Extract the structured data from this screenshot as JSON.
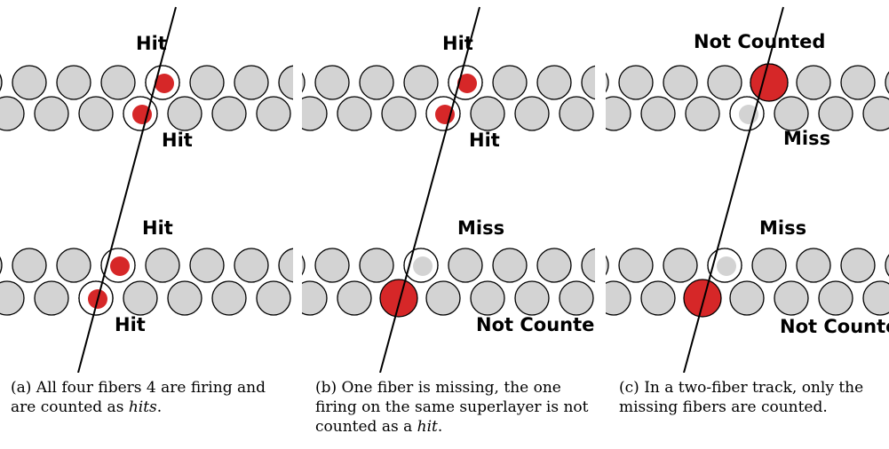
{
  "colors": {
    "fiber_fill": "#d3d3d3",
    "fiber_stroke": "#000000",
    "hit_dot": "#d62728",
    "miss_dot": "#d3d3d3",
    "highlight_fill": "#ffffff",
    "track": "#000000"
  },
  "panels": [
    {
      "id": "a",
      "layers": [
        {
          "cell_states": [
            "fiber",
            "fiber",
            "fiber",
            "dot",
            "fiber",
            "fiber",
            "fiber"
          ],
          "top_label": "Hit",
          "bottom_label": "Hit"
        },
        {
          "cell_states": [
            "fiber",
            "fiber",
            "dot",
            "fiber",
            "fiber",
            "fiber",
            "fiber"
          ],
          "top_label": "Hit",
          "bottom_label": "Hit"
        }
      ],
      "caption": {
        "text": "(a) All four fibers 4 are firing and are counted as ",
        "em": "hits",
        "suffix": "."
      }
    },
    {
      "id": "b",
      "layers": [
        {
          "cell_states": [
            "fiber",
            "fiber",
            "fiber",
            "dot",
            "fiber",
            "fiber",
            "fiber"
          ],
          "top_label": "Hit",
          "bottom_label": "Hit"
        },
        {
          "cell_states": [
            "fiber",
            "fiber",
            "miss",
            "fiber",
            "fiber",
            "fiber",
            "fiber"
          ],
          "top_label": "Miss",
          "bottom_label": "Not Counted"
        }
      ],
      "caption": {
        "text": "(b) One fiber is missing, the one firing on the same superlayer is not counted as a ",
        "em": "hit",
        "suffix": "."
      }
    },
    {
      "id": "c",
      "layers": [
        {
          "cell_states": [
            "fiber",
            "fiber",
            "fiber",
            "filled",
            "fiber",
            "fiber",
            "fiber"
          ],
          "top_label": "Not Counted",
          "bottom_label": "Miss"
        },
        {
          "cell_states": [
            "fiber",
            "fiber",
            "miss",
            "fiber",
            "fiber",
            "fiber",
            "fiber"
          ],
          "top_label": "Miss",
          "bottom_label": "Not Counted"
        }
      ],
      "caption": {
        "text": "(c) In a two-fiber track, only the missing fibers are counted.",
        "em": "",
        "suffix": ""
      }
    }
  ]
}
